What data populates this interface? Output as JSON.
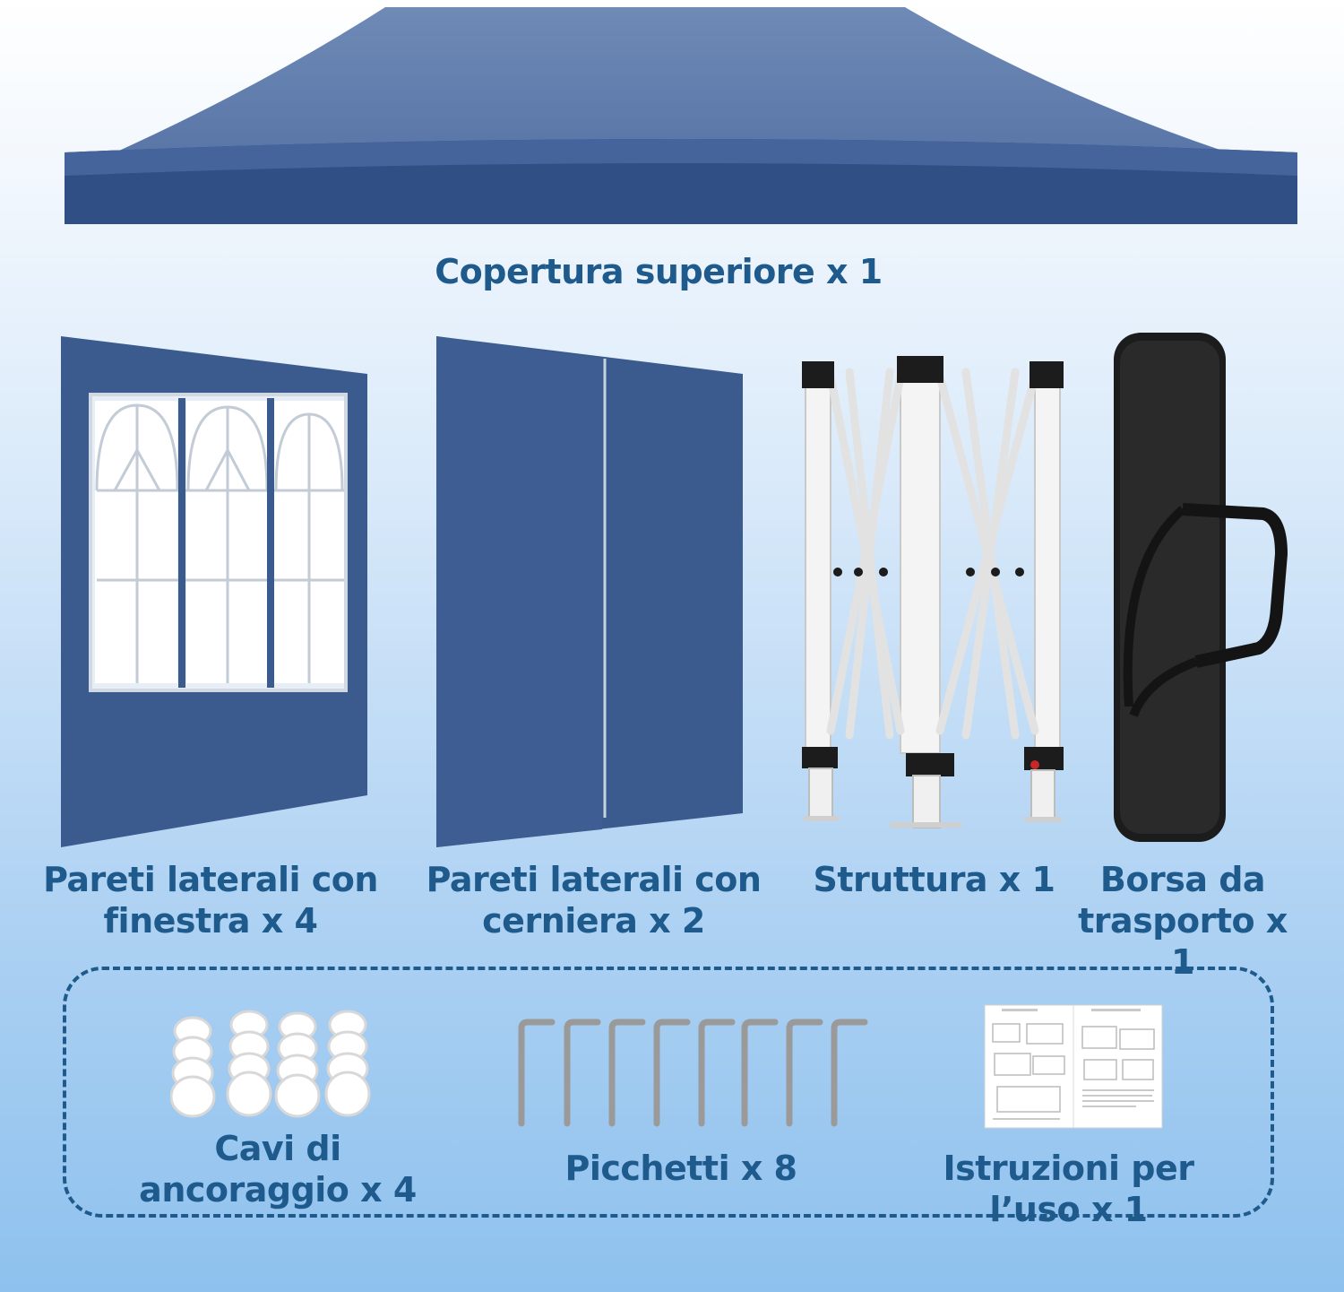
{
  "items": {
    "canopy": {
      "label": "Copertura superiore x 1"
    },
    "window_walls": {
      "label_line1": "Pareti laterali con",
      "label_line2": "finestra x 4"
    },
    "zipper_walls": {
      "label_line1": "Pareti laterali con",
      "label_line2": "cerniera x 2"
    },
    "frame": {
      "label": "Struttura x 1"
    },
    "bag": {
      "label_line1": "Borsa da",
      "label_line2": "trasporto x 1"
    },
    "ropes": {
      "label_line1": "Cavi di",
      "label_line2": "ancoraggio x 4"
    },
    "stakes": {
      "label": "Picchetti x 8"
    },
    "manual": {
      "label": "Istruzioni per l’uso x 1"
    }
  },
  "colors": {
    "label": "#1e5a8c",
    "fabric": "#3b5a8e",
    "dashed_border": "#1e5a8c"
  }
}
